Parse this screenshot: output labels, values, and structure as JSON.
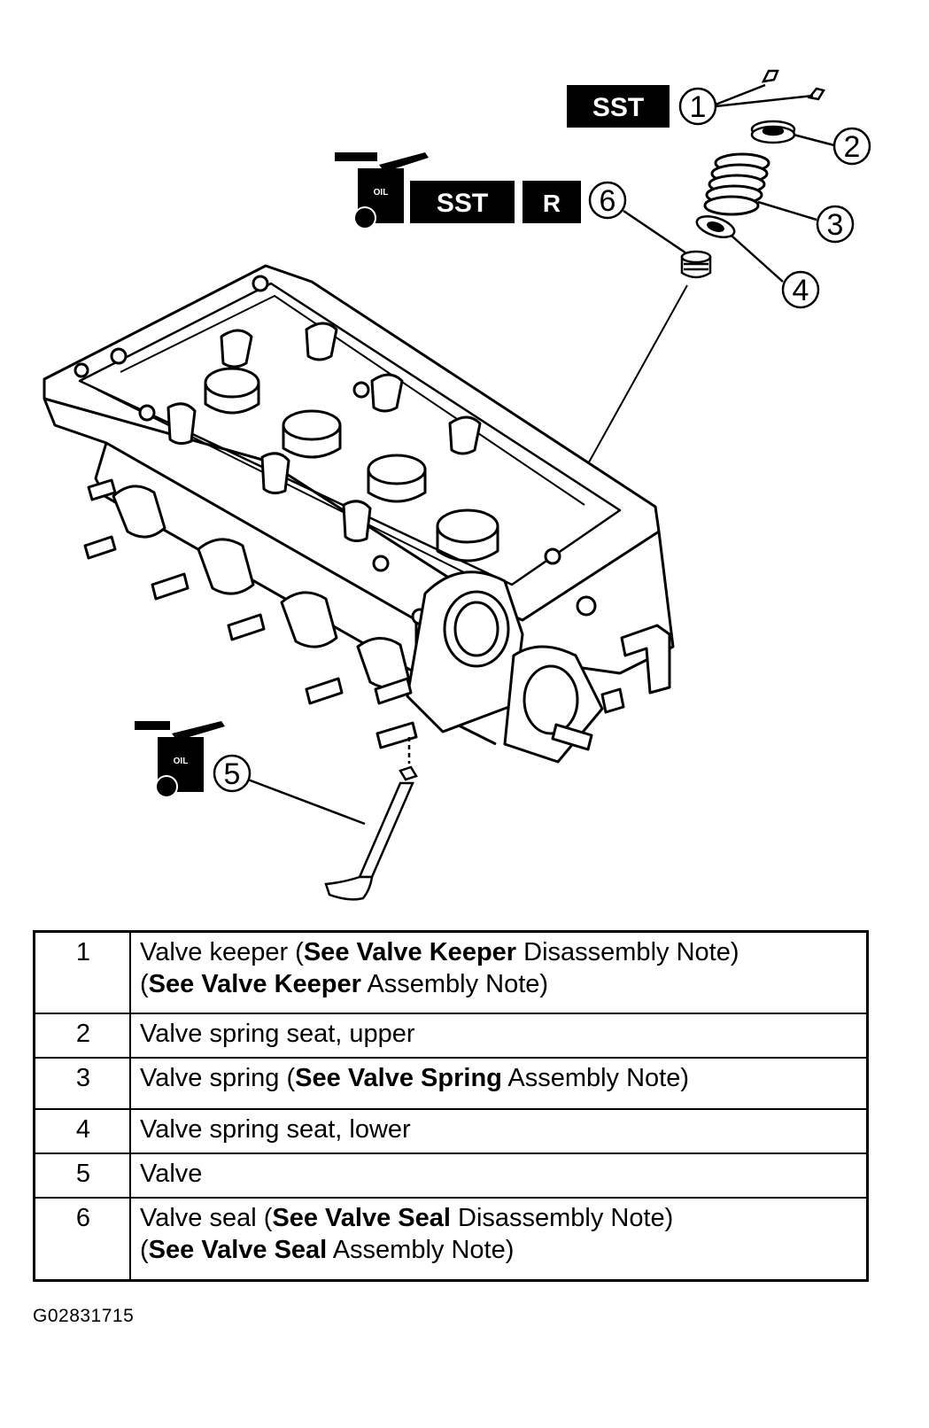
{
  "tags": {
    "sst_top": "SST",
    "sst_mid": "SST",
    "r": "R",
    "oil_top": "OIL",
    "oil_bottom": "OIL"
  },
  "callouts": [
    "1",
    "2",
    "3",
    "4",
    "5",
    "6"
  ],
  "table": {
    "rows": [
      {
        "num": "1",
        "line1": {
          "a": "Valve keeper (",
          "b": "See Valve Keeper",
          "c": " Disassembly Note)"
        },
        "line2": {
          "a": "(",
          "b": "See Valve Keeper",
          "c": " Assembly Note)"
        }
      },
      {
        "num": "2",
        "text": "Valve spring seat, upper"
      },
      {
        "num": "3",
        "line1": {
          "a": "Valve spring (",
          "b": "See Valve Spring",
          "c": " Assembly Note)"
        }
      },
      {
        "num": "4",
        "text": "Valve spring seat, lower"
      },
      {
        "num": "5",
        "text": "Valve"
      },
      {
        "num": "6",
        "line1": {
          "a": "Valve seal (",
          "b": "See Valve Seal",
          "c": " Disassembly Note)"
        },
        "line2": {
          "a": "(",
          "b": "See Valve Seal",
          "c": " Assembly Note)"
        }
      }
    ]
  },
  "figure_id": "G02831715",
  "colors": {
    "ink": "#000000",
    "paper": "#ffffff"
  }
}
